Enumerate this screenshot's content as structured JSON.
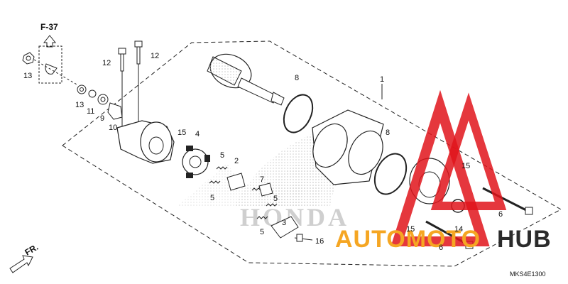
{
  "figure": {
    "diagram_code": "MKS4E1300",
    "reference_label": "F-37",
    "front_arrow_label": "FR."
  },
  "callouts": {
    "c1": "1",
    "c2": "2",
    "c3": "3",
    "c4": "4",
    "c5a": "5",
    "c5b": "5",
    "c5c": "5",
    "c5d": "5",
    "c6a": "6",
    "c6b": "6",
    "c7": "7",
    "c8a": "8",
    "c8b": "8",
    "c9": "9",
    "c10": "10",
    "c11": "11",
    "c12a": "12",
    "c12b": "12",
    "c13a": "13",
    "c13b": "13",
    "c14": "14",
    "c15a": "15",
    "c15b": "15",
    "c15c": "15",
    "c16": "16"
  },
  "watermark": {
    "brand_part1": "AUTOMOTO",
    "brand_part2": "HUB",
    "honda_text": "HONDA",
    "colors": {
      "red": "#e0141b",
      "orange": "#f5a623",
      "dark": "#2b2b2b",
      "gray": "#bdbdbd"
    }
  }
}
